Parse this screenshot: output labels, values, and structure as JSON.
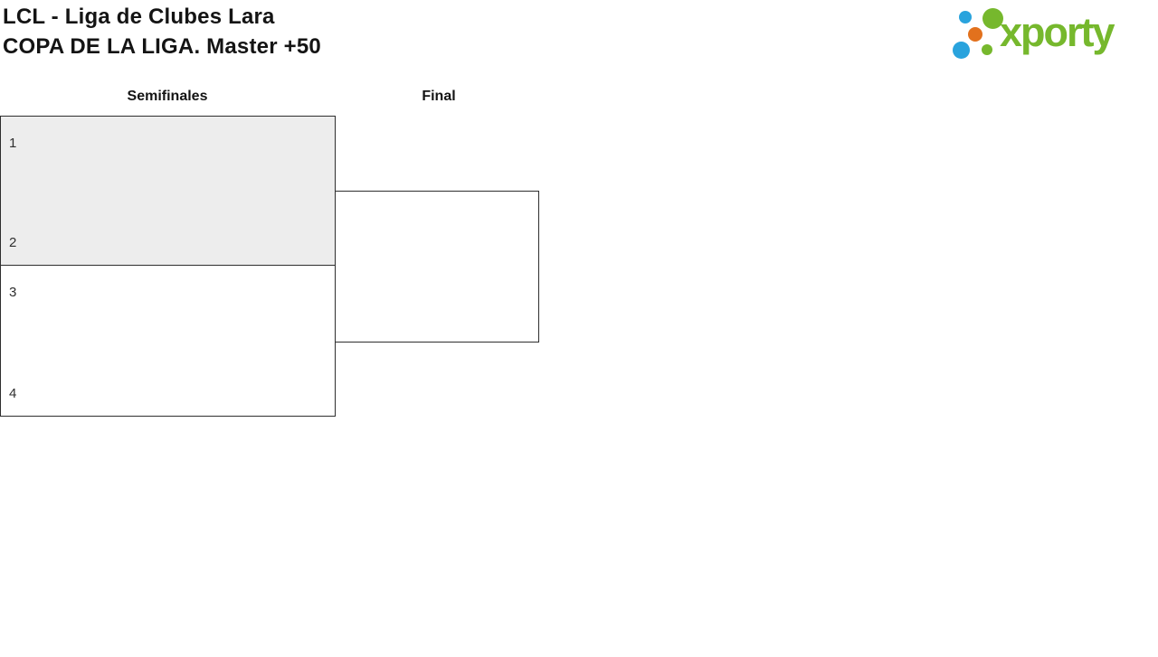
{
  "page": {
    "title_line1": "LCL - Liga de Clubes Lara",
    "title_line2": "COPA DE LA LIGA. Master +50"
  },
  "logo": {
    "text": "xporty",
    "colors": {
      "green": "#76b82d",
      "blue": "#29a3dd",
      "orange": "#e2711d"
    }
  },
  "bracket": {
    "rounds": [
      {
        "label": "Semifinales"
      },
      {
        "label": "Final"
      }
    ],
    "matches": [
      {
        "round": "Semifinales",
        "highlighted": true,
        "slots": [
          {
            "seed": "1"
          },
          {
            "seed": "2"
          }
        ]
      },
      {
        "round": "Semifinales",
        "highlighted": false,
        "slots": [
          {
            "seed": "3"
          },
          {
            "seed": "4"
          }
        ]
      },
      {
        "round": "Final",
        "highlighted": false,
        "slots": []
      }
    ]
  },
  "colors": {
    "background": "#ffffff",
    "match_border": "#2e2e2e",
    "highlight_fill": "#ededed",
    "title_text": "#141414",
    "seed_text": "#2f2f2f"
  }
}
